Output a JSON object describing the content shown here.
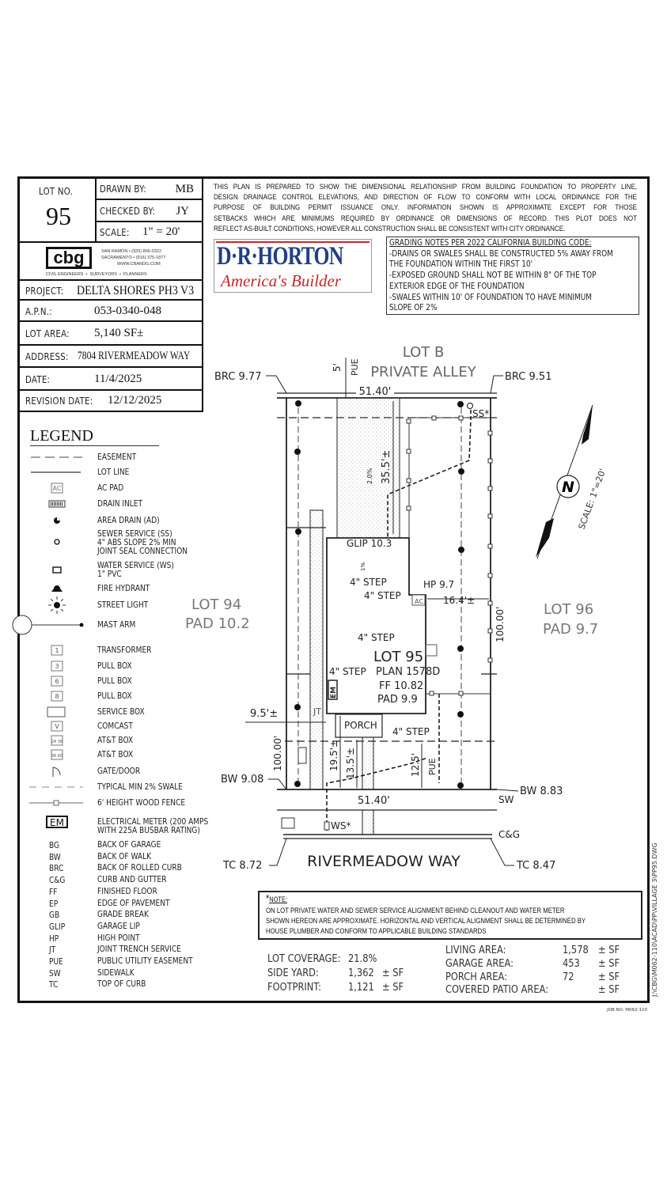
{
  "title_block": {
    "lot_no_label": "LOT NO.",
    "lot_no": "95",
    "drawn_by_label": "DRAWN BY:",
    "drawn_by": "MB",
    "checked_by_label": "CHECKED BY:",
    "checked_by": "JY",
    "scale_label": "SCALE:",
    "scale": "1\" = 20'",
    "firm": {
      "logo": "cbg",
      "line1": "SAN RAMON  •  (925) 866-0322",
      "line2": "SACRAMENTO  •  (916) 375-1877",
      "line3": "WWW.CBANDG.COM",
      "tagline": "CIVIL ENGINEERS  •  SURVEYORS  •  PLANNERS"
    },
    "project_label": "PROJECT:",
    "project": "DELTA SHORES PH3 V3",
    "apn_label": "A.P.N.:",
    "apn": "053-0340-048",
    "lot_area_label": "LOT AREA:",
    "lot_area": "5,140 SF±",
    "address_label": "ADDRESS:",
    "address": "7804 RIVERMEADOW WAY",
    "date_label": "DATE:",
    "date": "11/4/2025",
    "revision_label": "REVISION DATE:",
    "revision_date": "12/12/2025"
  },
  "disclaimer": [
    "THIS PLAN IS PREPARED TO SHOW THE DIMENSIONAL RELATIONSHIP FROM BUILDING FOUNDATION TO PROPERTY LINE,",
    "DESIGN DRAINAGE CONTROL ELEVATIONS, AND DIRECTION OF FLOW TO CONFORM WITH LOCAL ORDINANCE FOR THE",
    "PURPOSE OF BUILDING PERMIT ISSUANCE ONLY. INFORMATION SHOWN IS APPROXIMATE EXCEPT FOR THOSE",
    "SETBACKS WHICH ARE MINIMUMS REQUIRED BY ORDINANCE OR DIMENSIONS OF RECORD. THIS PLOT DOES NOT",
    "REFLECT AS-BUILT CONDITIONS, HOWEVER ALL CONSTRUCTION SHALL BE CONSISTENT WITH CITY ORDINANCE."
  ],
  "builder_logo": {
    "name": "D·R·HORTON",
    "tagline": "America's Builder",
    "blue": "#1f3f86",
    "red": "#c8262c"
  },
  "grading_notes": {
    "title": "GRADING NOTES PER 2022 CALIFORNIA BUILDING CODE:",
    "lines": [
      "-DRAINS OR SWALES SHALL BE CONSTRUCTED 5% AWAY FROM",
      "THE FOUNDATION WITHIN THE FIRST 10'",
      "-EXPOSED GROUND SHALL NOT BE WITHIN 8\" OF THE TOP",
      "EXTERIOR EDGE OF THE FOUNDATION",
      "-SWALES WITHIN 10' OF FOUNDATION TO HAVE MINIMUM",
      "SLOPE OF 2%"
    ]
  },
  "legend": {
    "title": "LEGEND",
    "items": [
      {
        "symbol": "dashed-line",
        "label": "EASEMENT"
      },
      {
        "symbol": "solid-line",
        "label": "LOT LINE"
      },
      {
        "symbol": "ac-pad",
        "label": "AC PAD"
      },
      {
        "symbol": "drain-inlet",
        "label": "DRAIN INLET"
      },
      {
        "symbol": "area-drain",
        "label": "AREA DRAIN (AD)"
      },
      {
        "symbol": "sewer-service",
        "label": "SEWER SERVICE (SS)\n4\" ABS SLOPE 2% MIN\nJOINT SEAL CONNECTION"
      },
      {
        "symbol": "water-service",
        "label": "WATER SERVICE (WS)\n1\" PVC"
      },
      {
        "symbol": "fire-hydrant",
        "label": "FIRE HYDRANT"
      },
      {
        "symbol": "street-light",
        "label": "STREET LIGHT"
      },
      {
        "symbol": "mast-arm",
        "label": "MAST ARM"
      },
      {
        "symbol": "box",
        "box_text": "1",
        "label": "TRANSFORMER"
      },
      {
        "symbol": "box",
        "box_text": "3",
        "label": "PULL BOX"
      },
      {
        "symbol": "box",
        "box_text": "6",
        "label": "PULL BOX"
      },
      {
        "symbol": "box",
        "box_text": "8",
        "label": "PULL BOX"
      },
      {
        "symbol": "service-box",
        "label": "SERVICE BOX"
      },
      {
        "symbol": "box",
        "box_text": "V",
        "label": "COMCAST"
      },
      {
        "symbol": "box",
        "box_text": "24 36",
        "label": "AT&T BOX"
      },
      {
        "symbol": "box",
        "box_text": "36 60",
        "label": "AT&T BOX"
      },
      {
        "symbol": "gate-door",
        "label": "GATE/DOOR"
      },
      {
        "symbol": "swale",
        "label": "TYPICAL MIN 2% SWALE"
      },
      {
        "symbol": "fence",
        "label": "6' HEIGHT WOOD FENCE"
      },
      {
        "symbol": "electrical-meter",
        "box_text": "EM",
        "label": "ELECTRICAL METER (200 AMPS\nWITH 225A BUSBAR RATING)"
      }
    ],
    "abbreviations": [
      {
        "abbr": "BG",
        "meaning": "BACK OF GARAGE"
      },
      {
        "abbr": "BW",
        "meaning": "BACK OF WALK"
      },
      {
        "abbr": "BRC",
        "meaning": "BACK OF ROLLED CURB"
      },
      {
        "abbr": "C&G",
        "meaning": "CURB AND GUTTER"
      },
      {
        "abbr": "FF",
        "meaning": "FINISHED FLOOR"
      },
      {
        "abbr": "EP",
        "meaning": "EDGE OF PAVEMENT"
      },
      {
        "abbr": "GB",
        "meaning": "GRADE BREAK"
      },
      {
        "abbr": "GLIP",
        "meaning": "GARAGE LIP"
      },
      {
        "abbr": "HP",
        "meaning": "HIGH POINT"
      },
      {
        "abbr": "JT",
        "meaning": "JOINT TRENCH SERVICE"
      },
      {
        "abbr": "PUE",
        "meaning": "PUBLIC UTILITY EASEMENT"
      },
      {
        "abbr": "SW",
        "meaning": "SIDEWALK"
      },
      {
        "abbr": "TC",
        "meaning": "TOP OF CURB"
      }
    ]
  },
  "plan": {
    "alley_lot": "LOT B",
    "alley_name": "PRIVATE ALLEY",
    "pue_top_dim": "5'",
    "pue_label": "PUE",
    "brc_left": "BRC 9.77",
    "brc_right": "BRC 9.51",
    "width_top": "51.40'",
    "width_bottom": "51.40'",
    "ss_label": "SS*",
    "slope_label": "2.0%",
    "driveway_len": "35.5'±",
    "glip": "GLIP 10.3",
    "garage_slope": "1%",
    "step1": "4\"  STEP",
    "step2": "4\"  STEP",
    "step3": "4\"  STEP",
    "step4": "4\"  STEP",
    "step5": "4\"  STEP",
    "hp": "HP  9.7",
    "ac": "AC",
    "rear_setback": "16.4'±",
    "lot_left": "LOT  94",
    "pad_left": "PAD  10.2",
    "lot_right": "LOT  96",
    "pad_right": "PAD  9.7",
    "depth_right": "100.00'",
    "depth_left": "100.00'",
    "lot_label": "LOT 95",
    "plan_label": "PLAN 1578D",
    "ff": "FF 10.82",
    "pad": "PAD    9.9",
    "em": "EM",
    "side_yard": "9.5'±",
    "jt": "JT",
    "porch": "PORCH",
    "front_19": "19.5'±",
    "front_13": "13.5'±",
    "front_12": "12.5'",
    "front_pue": "PUE",
    "bw_left": "BW  9.08",
    "bw_right": "BW  8.83",
    "sw": "SW",
    "ws_label": "WS*",
    "cg": "C&G",
    "tc_left": "TC  8.72",
    "tc_right": "TC  8.47",
    "street": "RIVERMEADOW WAY",
    "north": "N",
    "north_scale": "SCALE: 1\"=20'"
  },
  "note": {
    "title": "NOTE:",
    "lines": [
      "ON LOT PRIVATE WATER AND SEWER SERVICE ALIGNMENT BEHIND CLEANOUT AND WATER METER",
      "SHOWN HEREON ARE APPROXIMATE. HORIZONTAL AND VERTICAL ALIGNMENT SHALL BE DETERMINED BY",
      "HOUSE PLUMBER AND CONFORM TO APPLICABLE BUILDING STANDARDS"
    ]
  },
  "stats": {
    "lot_coverage_label": "LOT COVERAGE:",
    "lot_coverage": "21.8%",
    "side_yard_label": "SIDE YARD:",
    "side_yard": "1,362",
    "side_yard_unit": "± SF",
    "footprint_label": "FOOTPRINT:",
    "footprint": "1,121",
    "footprint_unit": "± SF",
    "living_label": "LIVING AREA:",
    "living": "1,578",
    "living_unit": "± SF",
    "garage_label": "GARAGE AREA:",
    "garage": "453",
    "garage_unit": "± SF",
    "porch_label": "PORCH AREA:",
    "porch": "72",
    "porch_unit": "± SF",
    "patio_label": "COVERED PATIO AREA:",
    "patio": "",
    "patio_unit": "± SF"
  },
  "file_path": "J:\\CBG\\M062-110\\ACAD\\PP\\VILLAGE 3\\PP95.DWG",
  "job_no": "JOB NO. M062-110"
}
